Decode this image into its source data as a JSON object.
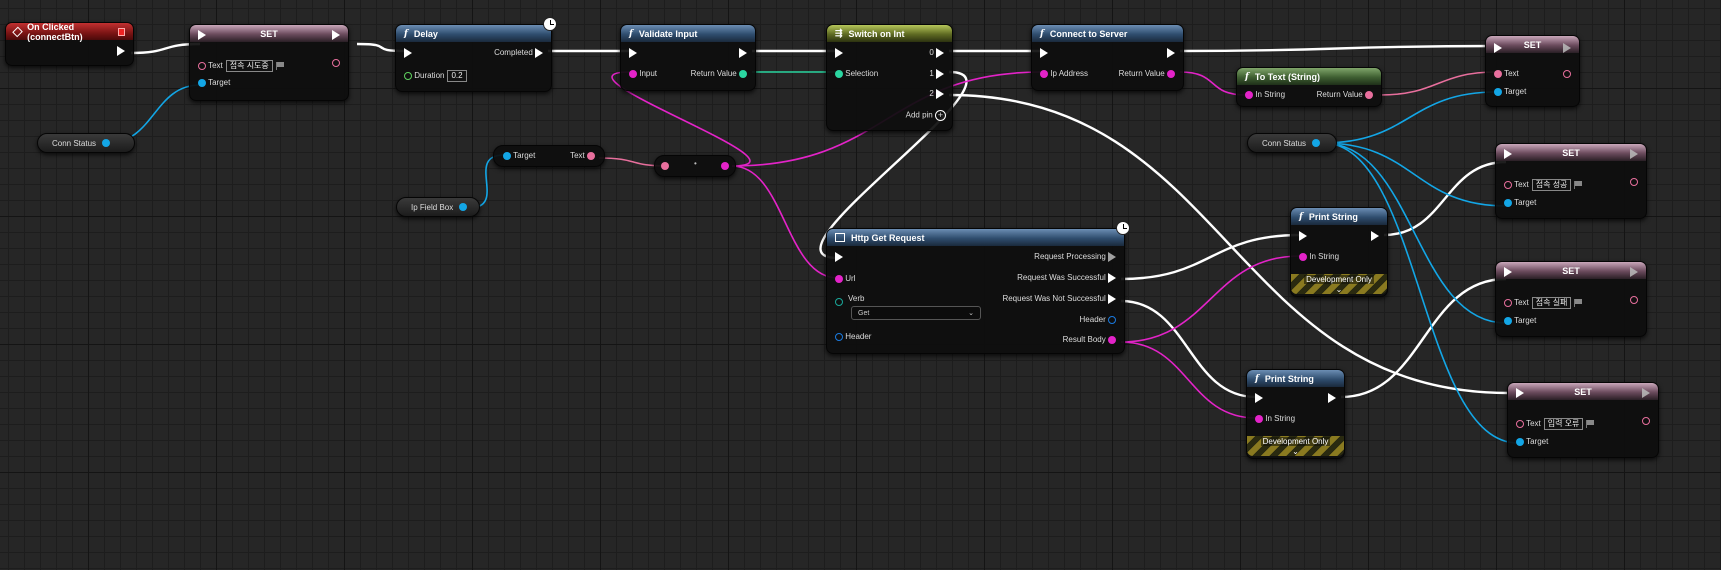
{
  "colors": {
    "exec": "#ffffff",
    "text_pin": "#e86f9d",
    "string_pin": "#e323c8",
    "object_pin": "#13a6e6",
    "float_pin": "#5fd35f",
    "int_pin": "#2bd6a1"
  },
  "event_node": {
    "title": "On Clicked (connectBtn)"
  },
  "set1": {
    "title": "SET",
    "text_label": "Text",
    "text_value": "접속 시도중",
    "target_label": "Target"
  },
  "conn_status_1": {
    "label": "Conn Status"
  },
  "delay": {
    "title": "Delay",
    "completed_label": "Completed",
    "duration_label": "Duration",
    "duration_value": "0.2"
  },
  "validate": {
    "title": "Validate Input",
    "input_label": "Input",
    "return_label": "Return Value"
  },
  "get_text": {
    "target_label": "Target",
    "text_label": "Text"
  },
  "ip_field": {
    "label": "Ip Field Box"
  },
  "switch_node": {
    "title": "Switch on Int",
    "selection_label": "Selection",
    "out0": "0",
    "out1": "1",
    "out2": "2",
    "add_pin_label": "Add pin"
  },
  "connect": {
    "title": "Connect to Server",
    "ip_label": "Ip Address",
    "return_label": "Return Value"
  },
  "to_text": {
    "title": "To Text (String)",
    "in_label": "In String",
    "return_label": "Return Value"
  },
  "set_top": {
    "title": "SET",
    "text_label": "Text",
    "target_label": "Target"
  },
  "conn_status_2": {
    "label": "Conn Status"
  },
  "set_success": {
    "title": "SET",
    "text_label": "Text",
    "text_value": "접속 성공",
    "target_label": "Target"
  },
  "http": {
    "title": "Http Get Request",
    "url_label": "Url",
    "verb_label": "Verb",
    "verb_value": "Get",
    "header_label": "Header",
    "out_processing": "Request Processing",
    "out_success": "Request Was Successful",
    "out_fail": "Request Was Not Successful",
    "out_header": "Header",
    "out_result": "Result Body"
  },
  "print1": {
    "title": "Print String",
    "in_label": "In String",
    "dev_label": "Development Only"
  },
  "print2": {
    "title": "Print String",
    "in_label": "In String",
    "dev_label": "Development Only"
  },
  "set_fail": {
    "title": "SET",
    "text_label": "Text",
    "text_value": "접속 실패",
    "target_label": "Target"
  },
  "set_error": {
    "title": "SET",
    "text_label": "Text",
    "text_value": "입력 오류",
    "target_label": "Target"
  }
}
